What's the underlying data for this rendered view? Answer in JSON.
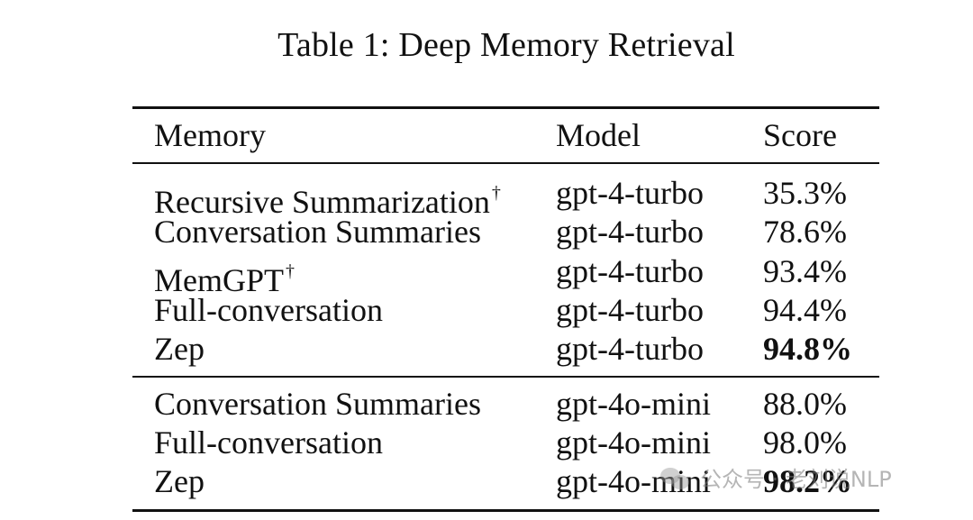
{
  "caption": "Table 1: Deep Memory Retrieval",
  "table": {
    "headers": {
      "memory": "Memory",
      "model": "Model",
      "score": "Score"
    },
    "rows": [
      {
        "memory": "Recursive Summarization",
        "dagger": "†",
        "model": "gpt-4-turbo",
        "score": "35.3%",
        "bold": false
      },
      {
        "memory": "Conversation Summaries",
        "dagger": "",
        "model": "gpt-4-turbo",
        "score": "78.6%",
        "bold": false
      },
      {
        "memory": "MemGPT",
        "dagger": "†",
        "model": "gpt-4-turbo",
        "score": "93.4%",
        "bold": false
      },
      {
        "memory": "Full-conversation",
        "dagger": "",
        "model": "gpt-4-turbo",
        "score": "94.4%",
        "bold": false
      },
      {
        "memory": "Zep",
        "dagger": "",
        "model": "gpt-4-turbo",
        "score": "94.8%",
        "bold": true
      },
      {
        "memory": "Conversation Summaries",
        "dagger": "",
        "model": "gpt-4o-mini",
        "score": "88.0%",
        "bold": false
      },
      {
        "memory": "Full-conversation",
        "dagger": "",
        "model": "gpt-4o-mini",
        "score": "98.0%",
        "bold": false
      },
      {
        "memory": "Zep",
        "dagger": "",
        "model": "gpt-4o-mini",
        "score": "98.2%",
        "bold": true
      }
    ]
  },
  "watermark": {
    "text": "公众号 · 老刘说NLP",
    "icon": "wechat-icon"
  }
}
